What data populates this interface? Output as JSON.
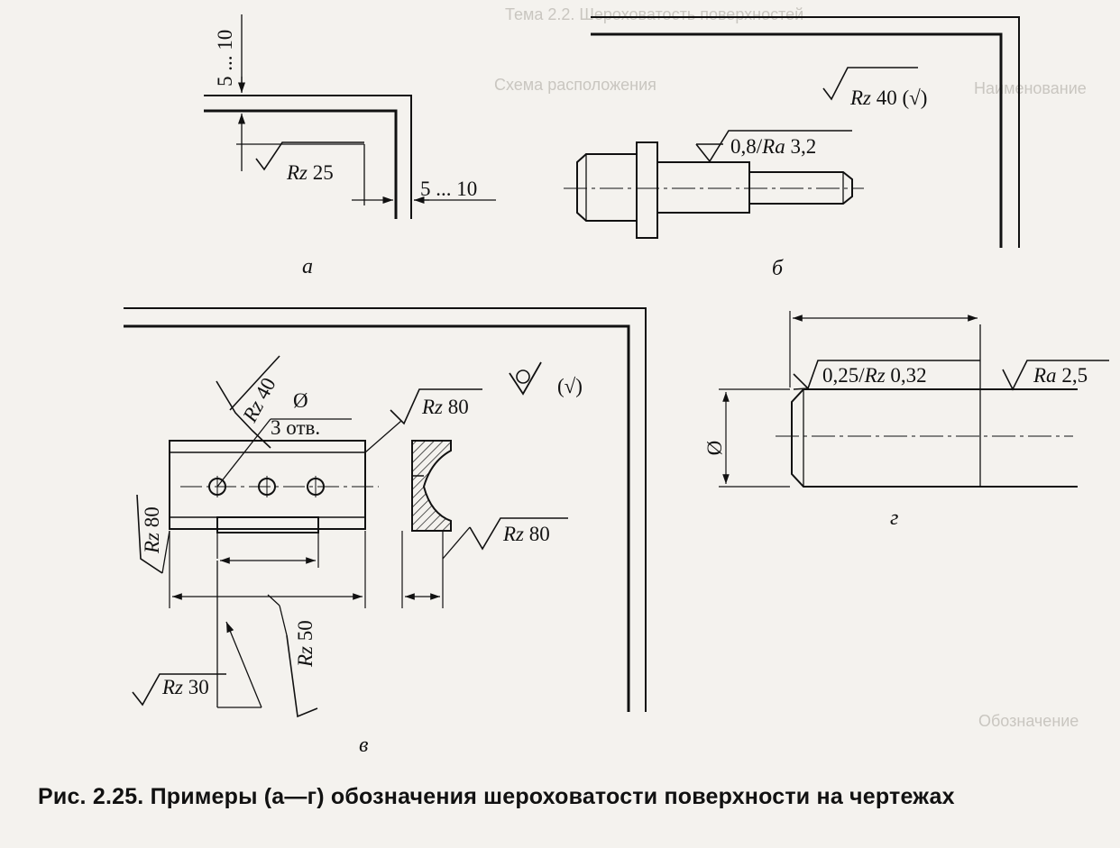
{
  "background_text": [
    "Тема 2.2. Шероховатость поверхностей",
    "Схема расположения",
    "Наименование",
    "Обозначение"
  ],
  "panel_a": {
    "letter": "а",
    "dim_vertical": "5 ... 10",
    "dim_horizontal": "5 ... 10",
    "roughness": "Rz 25"
  },
  "panel_b": {
    "letter": "б",
    "roughness_corner": "Rz 40",
    "roughness_corner_extra": "(√)",
    "roughness_surface": "0,8/Ra 3,2"
  },
  "panel_v": {
    "letter": "в",
    "roughness_corner_extra": "(√)",
    "roughness_top_left": "Rz 40",
    "diameter_symbol": "Ø",
    "holes_label": "3 отв.",
    "roughness_top_right": "Rz 80",
    "roughness_left": "Rz 80",
    "roughness_profile": "Rz 80",
    "roughness_bottom": "Rz 50",
    "roughness_bottom_left": "Rz 30"
  },
  "panel_g": {
    "letter": "г",
    "roughness_chamfer": "0,25/Rz 0,32",
    "roughness_surface": "Ra 2,5",
    "diameter_symbol": "Ø"
  },
  "caption": {
    "number": "Рис. 2.25.",
    "text": "Примеры (а—г) обозначения шероховатости поверхности на чертежах"
  }
}
